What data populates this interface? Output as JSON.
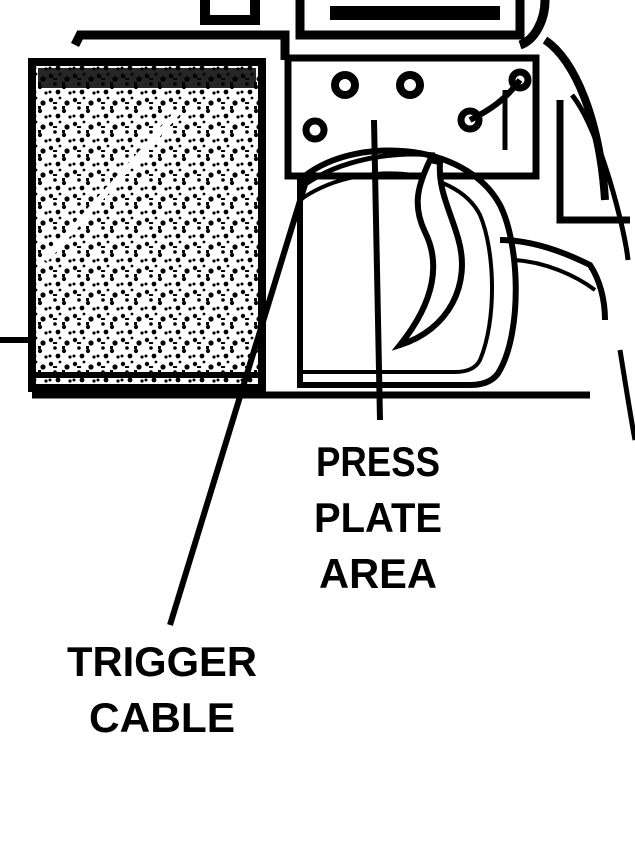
{
  "labels": {
    "press_plate_line1": "PRESS",
    "press_plate_line2": "PLATE",
    "press_plate_line3": "AREA",
    "trigger_cable_line1": "TRIGGER",
    "trigger_cable_line2": "CABLE"
  },
  "colors": {
    "ink": "#000000",
    "paper": "#ffffff"
  }
}
